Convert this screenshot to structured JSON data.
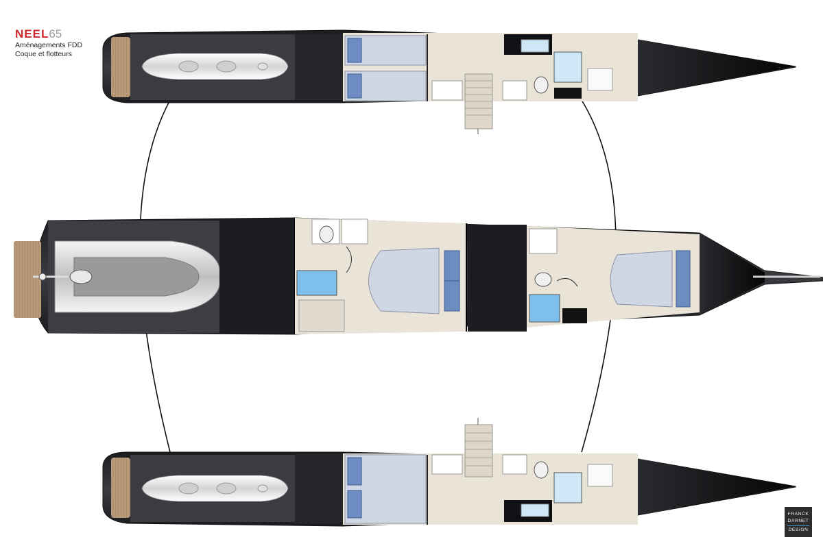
{
  "header": {
    "brand_name": "NEEL",
    "brand_model": "65",
    "subtitle_1": "Aménagements FDD",
    "subtitle_2": "Coque et flotteurs"
  },
  "logo": {
    "line_1": "FRANCK",
    "line_2": "DARNET",
    "line_3": "DESIGN"
  },
  "colors": {
    "hull": "#2e2f33",
    "hull_dark": "#101114",
    "interior_floor": "#e9e3d8",
    "berth": "#cfd6e4",
    "glass": "#cfe8f7",
    "wood_deck": "#b89a7a",
    "beam_line": "#111111",
    "brand_red": "#d0262b"
  }
}
